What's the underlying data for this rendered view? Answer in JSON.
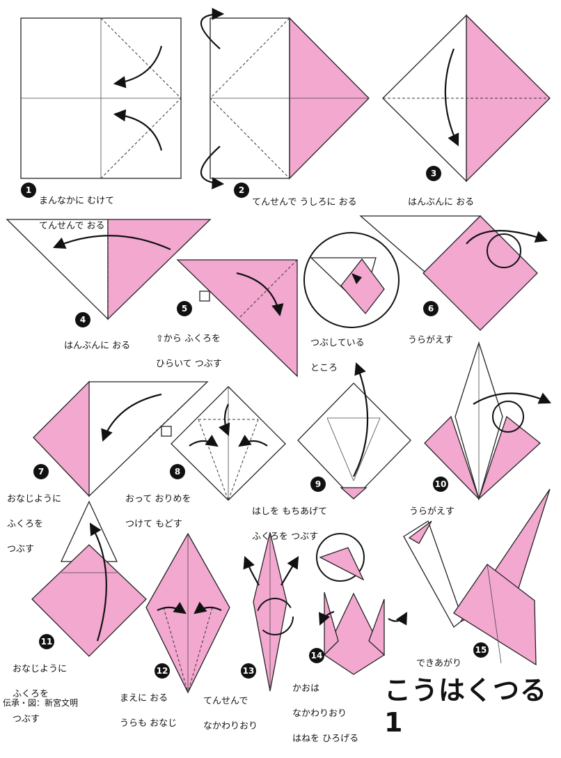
{
  "title": "こうはくつる1",
  "credit": "伝承・図：新宮文明",
  "steps": [
    {
      "num": "1",
      "lines": [
        "まんなかに むけて",
        "てんせんで おる"
      ]
    },
    {
      "num": "2",
      "lines": [
        "てんせんで うしろに おる"
      ]
    },
    {
      "num": "3",
      "lines": [
        "はんぶんに おる"
      ]
    },
    {
      "num": "4",
      "lines": [
        "はんぶんに おる"
      ]
    },
    {
      "num": "5",
      "lines": [
        "⇧から ふくろを",
        "ひらいて つぶす"
      ]
    },
    {
      "num": "",
      "lines": [
        "つぶしている",
        "ところ"
      ]
    },
    {
      "num": "6",
      "lines": [
        "うらがえす"
      ]
    },
    {
      "num": "7",
      "lines": [
        "おなじように",
        "ふくろを",
        "つぶす"
      ]
    },
    {
      "num": "8",
      "lines": [
        "おって おりめを",
        "つけて もどす"
      ]
    },
    {
      "num": "9",
      "lines": [
        "はしを もちあげて",
        "ふくろを つぶす"
      ]
    },
    {
      "num": "10",
      "lines": [
        "うらがえす"
      ]
    },
    {
      "num": "11",
      "lines": [
        "おなじように",
        "ふくろを",
        "つぶす"
      ]
    },
    {
      "num": "12",
      "lines": [
        "まえに おる",
        "うらも おなじ"
      ]
    },
    {
      "num": "13",
      "lines": [
        "てんせんで",
        "なかわりおり"
      ]
    },
    {
      "num": "14",
      "lines": [
        "かおは",
        "なかわりおり",
        "はねを ひろげる"
      ]
    },
    {
      "num": "15",
      "lines": [
        "できあがり"
      ]
    }
  ],
  "colors": {
    "paper_front": "#f3a8cf",
    "paper_back": "#ffffff",
    "ink": "#111111"
  }
}
